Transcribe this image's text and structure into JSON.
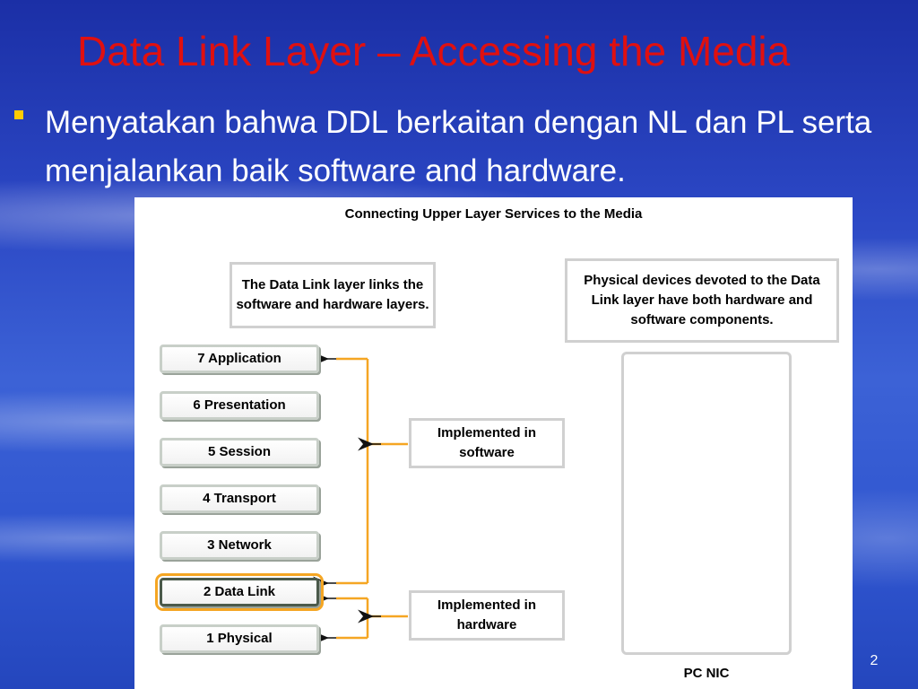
{
  "slide": {
    "title": "Data Link Layer – Accessing the Media",
    "bullet": "Menyatakan bahwa DDL berkaitan dengan NL dan PL serta menjalankan baik software and hardware.",
    "page_number": "2"
  },
  "figure": {
    "title": "Connecting Upper Layer Services to the Media",
    "callout_left": "The Data Link layer links the software and hardware layers.",
    "callout_right": "Physical devices devoted to the Data Link layer have both hardware and software components.",
    "implemented_software": "Implemented in software",
    "implemented_hardware": "Implemented in hardware",
    "nic_label": "PC NIC",
    "layers": [
      "7 Application",
      "6 Presentation",
      "5 Session",
      "4 Transport",
      "3 Network",
      "2 Data Link",
      "1 Physical"
    ]
  },
  "colors": {
    "title": "#e01010",
    "bullet_marker": "#ffcc00",
    "bracket": "#f5a623",
    "highlight": "#f5a623"
  },
  "icons": {
    "bullet": "square-bullet-icon",
    "nic": "network-card-image"
  }
}
